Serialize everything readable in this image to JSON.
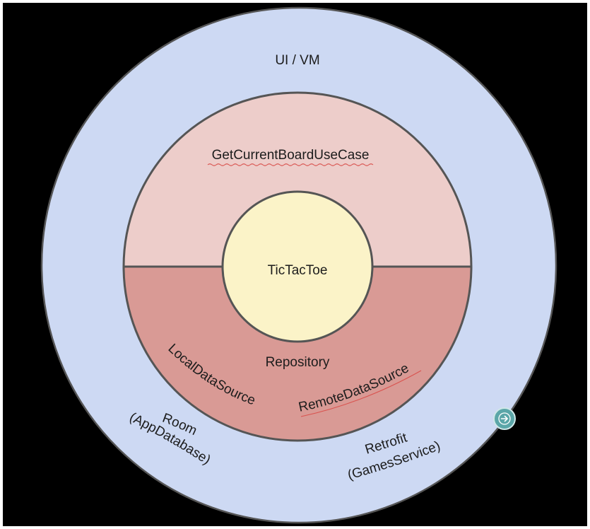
{
  "diagram": {
    "layers": {
      "outer": "UI / VM",
      "domain": "GetCurrentBoardUseCase",
      "core": "TicTacToe",
      "data": "Repository"
    },
    "data_sources": {
      "local": "LocalDataSource",
      "remote": "RemoteDataSource"
    },
    "frameworks": {
      "room_line1": "Room",
      "room_line2": "(AppDatabase)",
      "retrofit_line1": "Retrofit",
      "retrofit_line2": "(GamesService)"
    },
    "colors": {
      "background": "#000000",
      "outer_ring": "#cdd9f3",
      "domain_half": "#edcdca",
      "data_half": "#d99a95",
      "core": "#fbf3c8",
      "stroke": "#555555",
      "nav_button": "#5ba6a8"
    }
  },
  "navigation": {
    "next_icon": "arrow-right-icon"
  }
}
